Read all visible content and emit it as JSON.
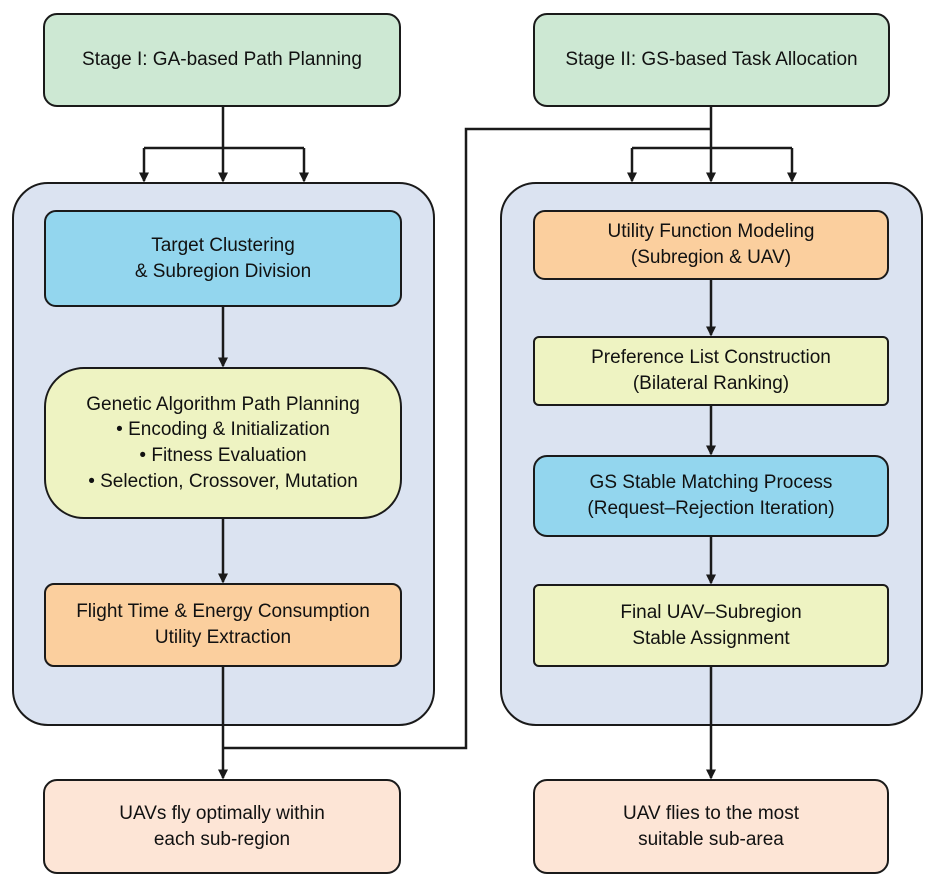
{
  "stage1": {
    "title": "Stage I: GA-based Path Planning",
    "boxes": [
      {
        "lines": [
          "Target Clustering",
          "& Subregion Division"
        ]
      },
      {
        "lines": [
          "Genetic Algorithm Path Planning",
          "• Encoding & Initialization",
          "• Fitness Evaluation",
          "• Selection, Crossover, Mutation"
        ]
      },
      {
        "lines": [
          "Flight Time & Energy Consumption",
          "Utility Extraction"
        ]
      }
    ],
    "outcome": {
      "lines": [
        "UAVs fly optimally within",
        "each sub-region"
      ]
    }
  },
  "stage2": {
    "title": "Stage II: GS-based Task Allocation",
    "boxes": [
      {
        "lines": [
          "Utility Function Modeling",
          "(Subregion & UAV)"
        ]
      },
      {
        "lines": [
          "Preference List Construction",
          "(Bilateral Ranking)"
        ]
      },
      {
        "lines": [
          "GS Stable Matching Process",
          "(Request–Rejection Iteration)"
        ]
      },
      {
        "lines": [
          "Final UAV–Subregion",
          "Stable Assignment"
        ]
      }
    ],
    "outcome": {
      "lines": [
        "UAV flies to the most",
        "suitable sub-area"
      ]
    }
  },
  "colors": {
    "header_green": "#cde8d3",
    "panel_blue": "#dbe3f1",
    "blue_box": "#93d6ee",
    "yellow_box": "#eef3c2",
    "orange_box": "#fbcf9e",
    "outcome_peach": "#fde5d6"
  }
}
